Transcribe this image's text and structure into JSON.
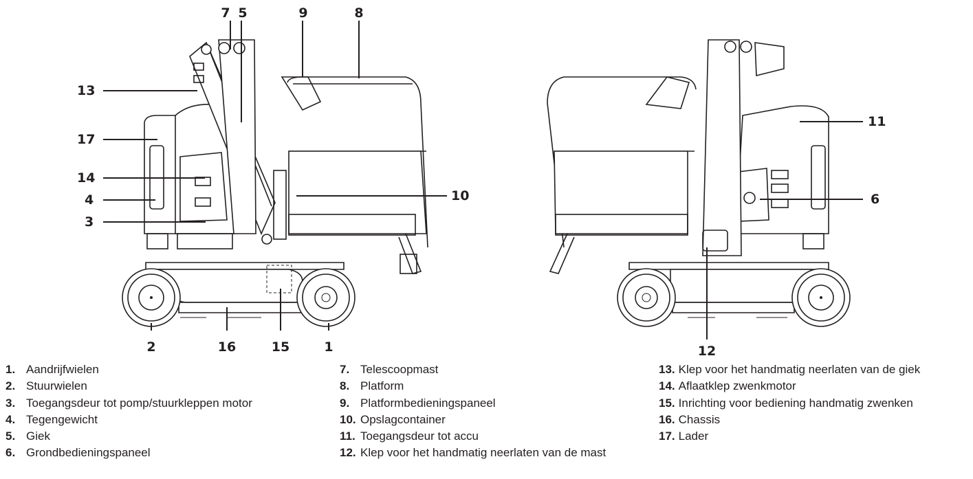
{
  "callouts": {
    "c1": "1",
    "c2": "2",
    "c3": "3",
    "c4": "4",
    "c5": "5",
    "c6": "6",
    "c7": "7",
    "c8": "8",
    "c9": "9",
    "c10": "10",
    "c11": "11",
    "c12": "12",
    "c13": "13",
    "c14": "14",
    "c15": "15",
    "c16": "16",
    "c17": "17"
  },
  "legend": {
    "col1": [
      {
        "num": "1.",
        "label": "Aandrijfwielen"
      },
      {
        "num": "2.",
        "label": "Stuurwielen"
      },
      {
        "num": "3.",
        "label": "Toegangsdeur tot pomp/stuurkleppen motor"
      },
      {
        "num": "4.",
        "label": "Tegengewicht"
      },
      {
        "num": "5.",
        "label": "Giek"
      },
      {
        "num": "6.",
        "label": "Grondbedieningspaneel"
      }
    ],
    "col2": [
      {
        "num": "7.",
        "label": "Telescoopmast"
      },
      {
        "num": "8.",
        "label": "Platform"
      },
      {
        "num": "9.",
        "label": "Platformbedieningspaneel"
      },
      {
        "num": "10.",
        "label": "Opslagcontainer"
      },
      {
        "num": "11.",
        "label": "Toegangsdeur tot accu"
      },
      {
        "num": "12.",
        "label": "Klep voor het handmatig neerlaten van de mast"
      }
    ],
    "col3": [
      {
        "num": "13.",
        "label": "Klep voor het handmatig neerlaten van de giek"
      },
      {
        "num": "14.",
        "label": "Aflaatklep zwenkmotor"
      },
      {
        "num": "15.",
        "label": "Inrichting voor bediening handmatig zwenken"
      },
      {
        "num": "16.",
        "label": "Chassis"
      },
      {
        "num": "17.",
        "label": "Lader"
      }
    ]
  }
}
